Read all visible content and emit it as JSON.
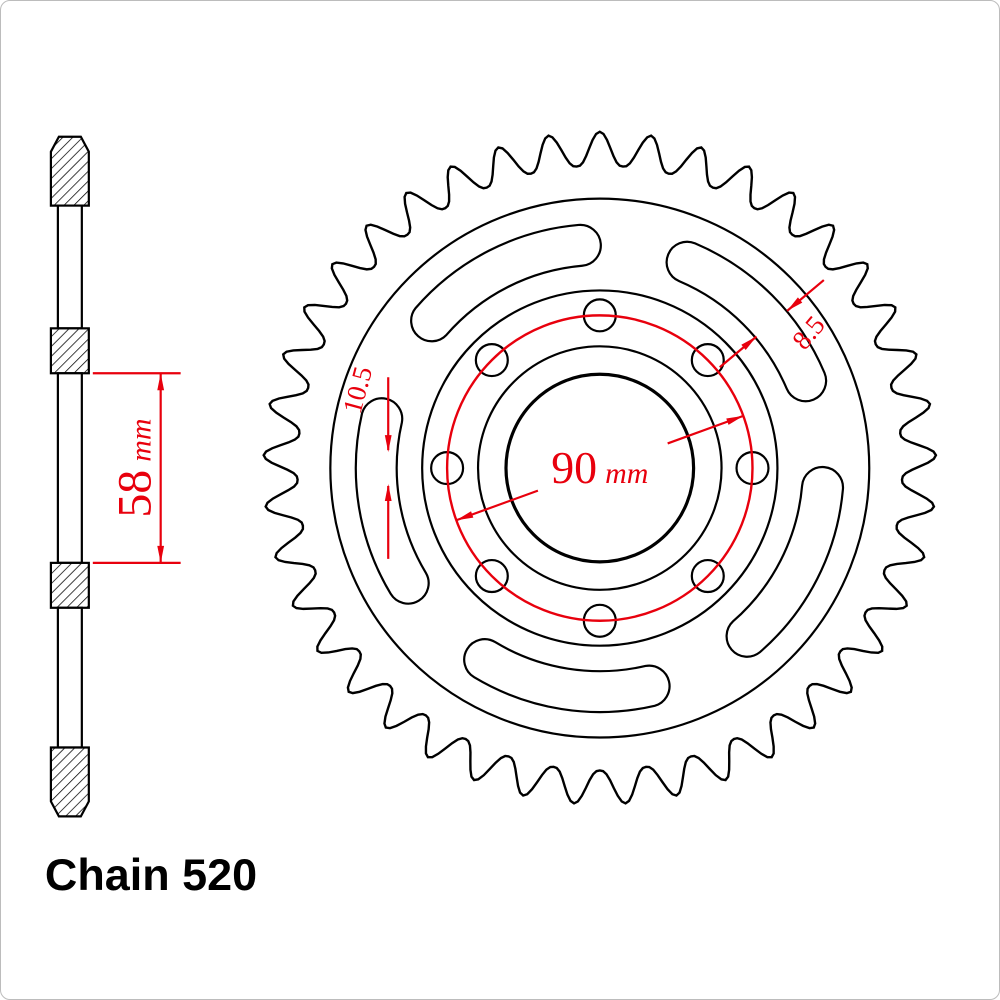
{
  "drawing": {
    "caption": "Chain 520",
    "dimensions": {
      "bolt_circle": {
        "value": "90",
        "unit": "mm"
      },
      "bore": {
        "value": "58",
        "unit": "mm"
      },
      "bolt_hole": {
        "value": "10.5"
      },
      "slot_width": {
        "value": "8.5"
      }
    },
    "colors": {
      "dimension_red": "#e8000d",
      "line_black": "#000000",
      "background": "#ffffff",
      "border_gray": "#bcbcbc"
    }
  }
}
